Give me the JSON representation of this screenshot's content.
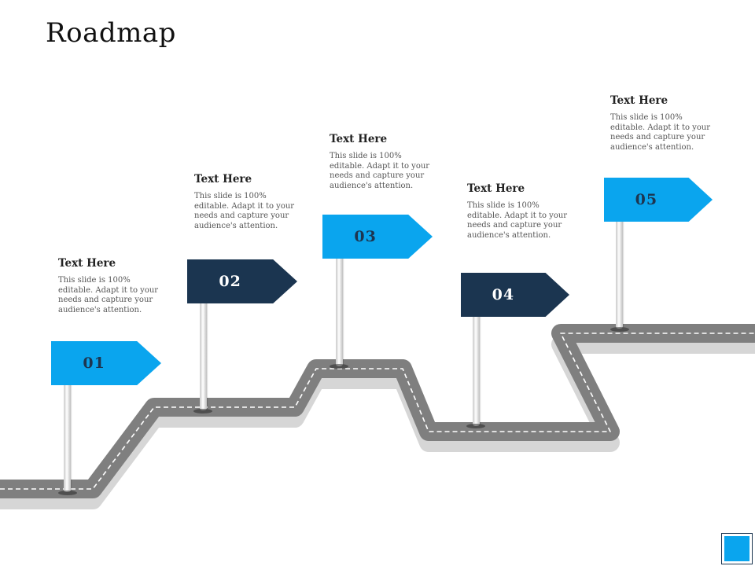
{
  "title": "Roadmap",
  "steps": [
    {
      "number": "01",
      "heading": "Text Here",
      "body": "This slide is 100% editable. Adapt it to your needs and capture your audience's attention.",
      "flag_color": "#0aa5ee"
    },
    {
      "number": "02",
      "heading": "Text Here",
      "body": "This slide is 100% editable. Adapt it to your needs and capture your audience's attention.",
      "flag_color": "#1b3550"
    },
    {
      "number": "03",
      "heading": "Text Here",
      "body": "This slide is 100% editable. Adapt it to your needs and capture your audience's attention.",
      "flag_color": "#0aa5ee"
    },
    {
      "number": "04",
      "heading": "Text Here",
      "body": "This slide is 100% editable. Adapt it to your needs and capture your audience's attention.",
      "flag_color": "#1b3550"
    },
    {
      "number": "05",
      "heading": "Text Here",
      "body": "This slide is 100% editable. Adapt it to your needs and capture your audience's attention.",
      "flag_color": "#0aa5ee"
    }
  ],
  "colors": {
    "accent_light": "#0aa5ee",
    "accent_dark": "#1b3550",
    "road": "#808080",
    "road_shadow": "#d6d6d6"
  }
}
